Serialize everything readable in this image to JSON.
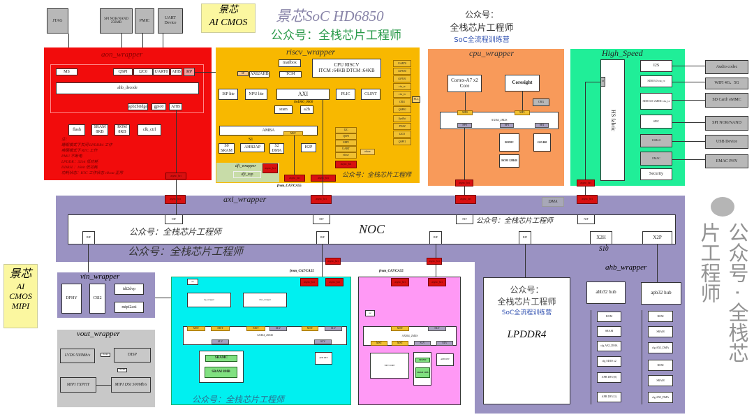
{
  "title": "景芯SoC HD6850",
  "subtitle": "公众号：全栈芯片工程师",
  "promo": {
    "l1": "公众号：",
    "l2": "全栈芯片工程师",
    "l3": "SoC全流程训练营"
  },
  "ai_cmos": {
    "l1": "景芯",
    "l2": "AI CMOS"
  },
  "ai_cmos_mipi": {
    "l1": "景芯",
    "l2": "AI",
    "l3": "CMOS",
    "l4": "MIPI"
  },
  "external_top": [
    "JTAG",
    "SPI NOR/NAND 256MB",
    "PMIC",
    "UART Device"
  ],
  "aon": {
    "title": "aon_wrapper",
    "ports": [
      "MS",
      "QSPI",
      "I2C0",
      "UART0",
      "AHB"
    ],
    "mp": "MP",
    "bus": "ahb_decode",
    "apb": [
      "apb2bridge",
      "gpio0",
      "AHB"
    ],
    "mems": [
      "flash",
      "SRAM 8KB",
      "ROM 8KB",
      "clk_ctrl"
    ],
    "notes": [
      "注：",
      "睡眠模式下关闭 LPDDR4 工作",
      "唤醒模式下 RTC 工作",
      "PMU 不断电",
      "LPDDR：32bit 低功耗",
      "DDR3L：16bit 低功耗",
      "功耗状态：RTC 工作状态 clkout 正常"
    ]
  },
  "riscv": {
    "title": "riscv_wrapper",
    "mailbox": "mailbox",
    "cpu": "CPU RISCV",
    "cpu_mem": "ITCM :64KB DTCM :64KB",
    "sp": "SP",
    "axi2ahb": "AXI2AHB",
    "tcm": "TCM",
    "isp": "ISP lite",
    "npu": "NPU lite",
    "axi": "AXI",
    "addr": "0x4000_0000",
    "plic": "PLIC",
    "clint": "CLINT",
    "sram": "sram",
    "a2h": "a2h",
    "amba": "AMBA",
    "mst": "MST",
    "s0": "S0 SRAM",
    "s1_label": "S1",
    "ahb2ap": "AHB2AP",
    "s2": "S2 DMA",
    "h2p": "H2P",
    "periph_right": [
      "UART0",
      "GPIO0",
      "GPIO1",
      "ciu_rc",
      "ciu_tx",
      "CRG",
      "QSPI0",
      "SysRst",
      "PWM",
      "I2C0",
      "QSPI1"
    ],
    "pll": "PLL",
    "periph_mid": [
      "I2C",
      "QSPI",
      "MIPI",
      "UART",
      "efuse"
    ],
    "efuse": "efuse",
    "dfi_wrapper": "dfi_wrapper",
    "dfi_top": "dfi_top",
    "watermark": "公众号：全栈芯片工程师"
  },
  "cpu": {
    "title": "cpu_wrapper",
    "core": "Cortex-A7 x2 Core",
    "coresight": "Coresight",
    "crg": "CRG",
    "bus": "AXI64_2M2S",
    "ports": [
      "MP0",
      "MP1"
    ],
    "sports": [
      "SP0",
      "SP1",
      "SP2"
    ],
    "romc": "ROMC",
    "gic": "GIC400",
    "rom": "ROM 128KB"
  },
  "hs": {
    "title": "High_Speed",
    "fabric": "HS fabric",
    "ip": [
      "I2S",
      "SDIO3.0 ciu_rc",
      "SDIO3.0/ eMMC ciu_tx",
      "SPIC",
      "USB2.0",
      "EMAC",
      "Security"
    ],
    "external": [
      "Audio codec",
      "WIFI 4G、5G",
      "SD Card/ eMMC",
      "SPI NOR/NAND",
      "USB Device",
      "EMAC PHY"
    ],
    "sp": "SP"
  },
  "axi": {
    "title": "axi_wrapper",
    "dma": "DMA",
    "noc": "NOC",
    "from": "from_CA7/CA55",
    "x2h": "X2H",
    "x2p": "X2P",
    "s10": "S10",
    "async": "async_bri",
    "nif": "NIF",
    "bif": "BIF",
    "wm1": "公众号：全栈芯片工程师",
    "wm2": "公众号：全栈芯片工程师",
    "wm3": "公众号：全栈芯片工程师"
  },
  "vin": {
    "title": "vin_wrapper",
    "dphy": "DPHY",
    "csi": "CSI2",
    "idi": "idi2dvp",
    "mipi": "mipi2axi"
  },
  "vout": {
    "title": "vout_wrapper",
    "lvds": "LVDS 500Mb/s",
    "disp": "DISP",
    "mipi_tx": "MIPI TXPHY",
    "mipi_dsi": "MIPI DSI 500Mb/s",
    "c1": "clock1",
    "c2": "clock0"
  },
  "video": {
    "osc": "osc",
    "isp_w": "isp_wrapper",
    "vdec": "vdec_wrapper",
    "bus": "AXI64_2M4S",
    "from": "from_CA7/CA55",
    "sramc": "SRAMC",
    "sram": "SRAM 8MB",
    "apb": "APB DEV",
    "watermark": "公众号：全栈芯片工程师",
    "mst": "MST",
    "slv": "SLV"
  },
  "npu": {
    "osc": "osc",
    "bus": "AXI64_2M4S",
    "from": "from_CA7/CA55",
    "core": "NPU CORE",
    "sramc": "SRAMC",
    "sram": "SRAM 1MB",
    "apb": "APB DEV"
  },
  "ddr": {
    "promo1": "公众号：",
    "promo2": "全栈芯片工程师",
    "promo3": "SoC全流程训练营",
    "name": "LPDDR4"
  },
  "ahb": {
    "title": "ahb_wrapper",
    "ahb_hub": "ahb32 hub",
    "apb_hub": "apb32 hub",
    "ahb_items": [
      "ROM",
      "SRAM",
      "cfg AXI_DMA",
      "cfg SDIO x2",
      "APB DEV(0)",
      "APB DEV(1)"
    ],
    "apb_items": [
      "ROM",
      "SRAM",
      "cfg AXI_DMA",
      "ROM",
      "SRAM",
      "cfg AXI_DMA"
    ]
  },
  "footer_watermark": "公众号 · 全栈芯片工程师",
  "colors": {
    "aon": "#f20c0c",
    "riscv": "#f8b800",
    "cpu": "#f89a5a",
    "hs": "#20ee98",
    "axi": "#9a92c2",
    "cyan": "#00f0f0",
    "pink": "#ff99f5",
    "vout": "#c8c8c8",
    "yellow": "#fbf7a0"
  }
}
